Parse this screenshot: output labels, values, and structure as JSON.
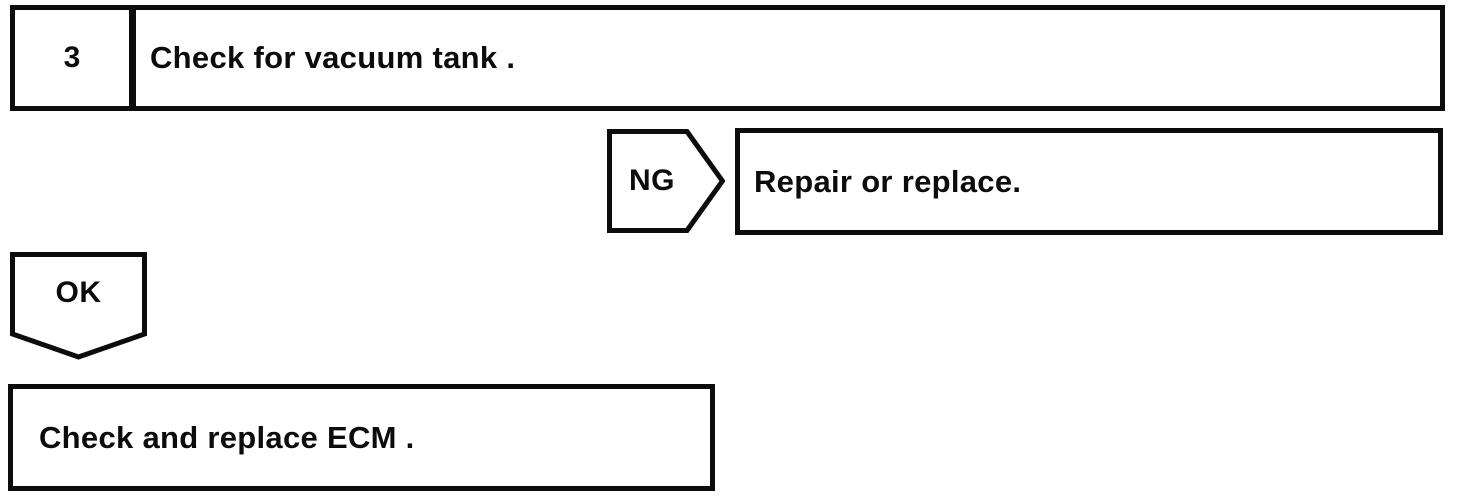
{
  "page": {
    "background": "#ffffff",
    "line_color": "#0c0c0c",
    "text_color": "#0c0c0c"
  },
  "flowchart": {
    "step": {
      "number": "3",
      "instruction": "Check for vacuum tank ."
    },
    "ng_branch": {
      "label": "NG",
      "action": "Repair or replace."
    },
    "ok_branch": {
      "label": "OK",
      "action": "Check and replace ECM ."
    }
  }
}
